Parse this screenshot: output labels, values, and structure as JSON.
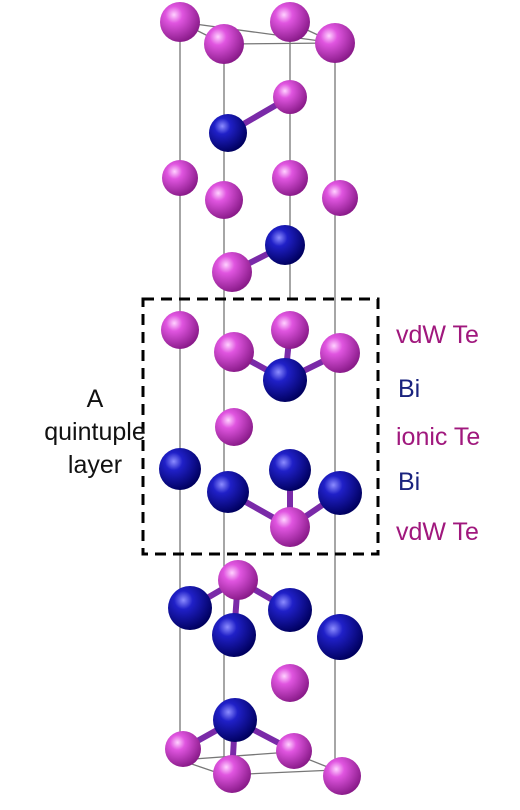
{
  "colors": {
    "te_atom": "#cc33cc",
    "bi_atom": "#1010a8",
    "cell_line": "#777777",
    "box_border": "#000000",
    "te_label": "#a0187d",
    "bi_label": "#1a237e"
  },
  "box_label": [
    "A",
    "quintuple",
    "layer"
  ],
  "layer_labels": [
    {
      "text": "vdW Te",
      "element": "Te"
    },
    {
      "text": "Bi",
      "element": "Bi"
    },
    {
      "text": "ionic Te",
      "element": "Te"
    },
    {
      "text": "Bi",
      "element": "Bi"
    },
    {
      "text": "vdW Te",
      "element": "Te"
    }
  ]
}
